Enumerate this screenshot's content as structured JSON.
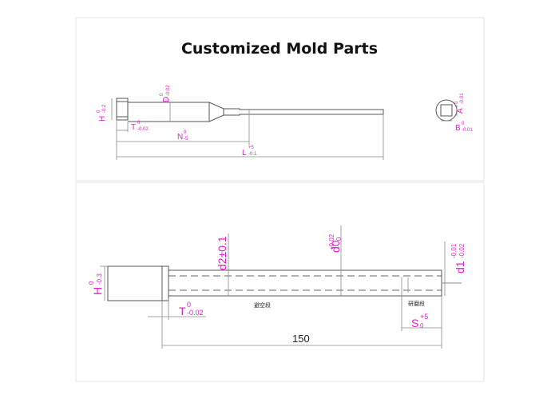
{
  "title": "Customized Mold Parts",
  "colors": {
    "outline": "#555555",
    "dimension": "#8a8a8a",
    "label": "#e020c8",
    "text": "#222222"
  },
  "top_view": {
    "labels": {
      "H_main": "H",
      "H_tol_up": "0",
      "H_tol_low": "-0.2",
      "D_main": "D",
      "D_tol_up": "0",
      "D_tol_low": "-0.02",
      "T_main": "T",
      "T_tol_up": "0",
      "T_tol_low": "-0.02",
      "N_main": "N",
      "N_tol_up": "0",
      "N_tol_low": "-5",
      "L_main": "L",
      "L_tol_up": "+5",
      "L_tol_low": "-0.1",
      "A_main": "A",
      "A_tol_up": "0",
      "A_tol_low": "-0.01",
      "B_main": "B",
      "B_tol_up": "0",
      "B_tol_low": "-0.01"
    }
  },
  "bottom_view": {
    "labels": {
      "H_main": "H",
      "H_tol_up": "0",
      "H_tol_low": "-0.3",
      "d2": "d2±0.1",
      "d0_main": "d0",
      "d0_tol_up": "+0.02",
      "d0_tol_low": "0",
      "d1_main": "d1",
      "d1_tol_up": "-0.01",
      "d1_tol_low": "-0.02",
      "T_main": "T",
      "T_tol_up": "0",
      "T_tol_low": "-0.02",
      "S_main": "S",
      "S_tol_up": "+5",
      "S_tol_low": "0",
      "length": "150",
      "relief_section": "避空段",
      "ground_section": "研磨段"
    }
  }
}
